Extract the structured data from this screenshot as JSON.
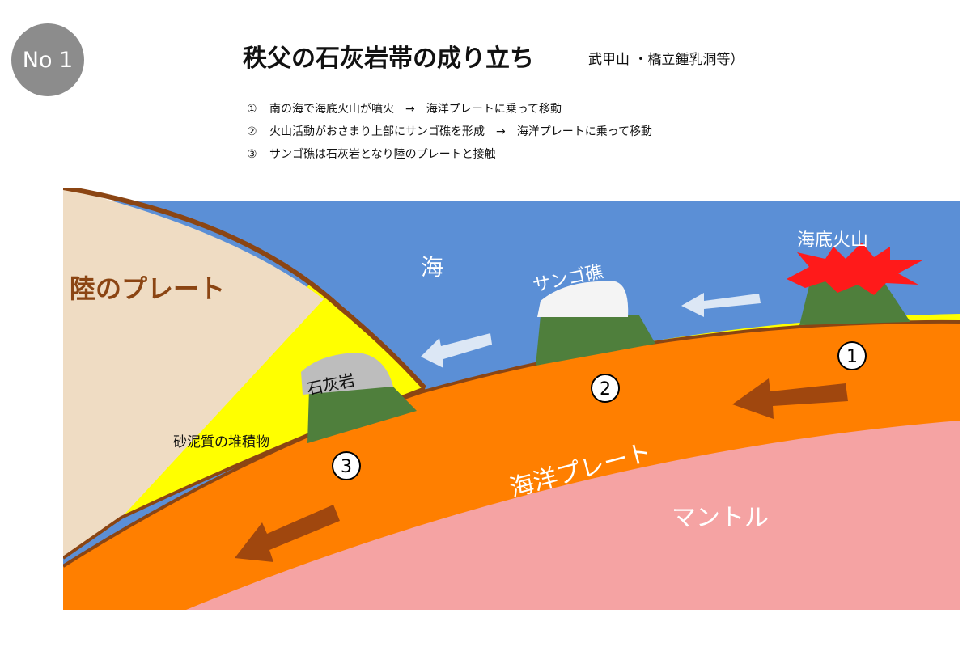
{
  "badge": "No 1",
  "title": "秩父の石灰岩帯の成り立ち",
  "subtitle": "武甲山 ・橋立鍾乳洞等）",
  "steps": [
    {
      "num": "①",
      "text": "南の海で海底火山が噴火　→　海洋プレートに乗って移動"
    },
    {
      "num": "②",
      "text": "火山活動がおさまり上部にサンゴ礁を形成　→　海洋プレートに乗って移動"
    },
    {
      "num": "③",
      "text": "サンゴ礁は石灰岩となり陸のプレートと接触"
    }
  ],
  "labels": {
    "land_plate": "陸のプレート",
    "sea": "海",
    "coral_reef": "サンゴ礁",
    "seamount": "海底火山",
    "limestone": "石灰岩",
    "sediment": "砂泥質の堆積物",
    "ocean_plate": "海洋プレート",
    "mantle": "マントル"
  },
  "markers": [
    "1",
    "2",
    "3"
  ],
  "colors": {
    "sea": "#5b8fd6",
    "land": "#efdcc3",
    "sediment": "#ffff00",
    "ocean_plate": "#ff7f00",
    "mantle": "#f5a3a3",
    "seamount": "#4f7f3c",
    "coral": "#f4f4f4",
    "limestone": "#bdbdbd",
    "eruption": "#ff1a1a",
    "plate_edge": "#8b4513",
    "arrow_brown": "#a0470e",
    "arrow_light": "#dce7f5"
  }
}
